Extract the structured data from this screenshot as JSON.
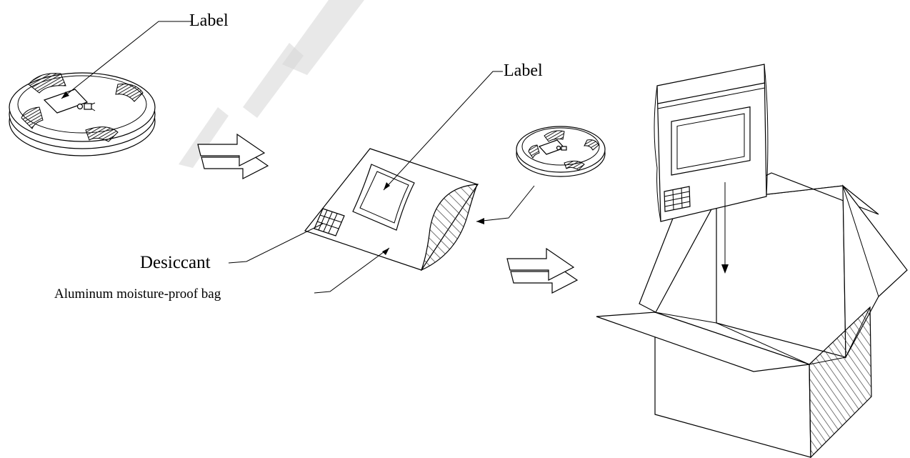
{
  "labels": {
    "reel_label": "Label",
    "bag_label": "Label",
    "desiccant": "Desiccant",
    "bag": "Aluminum moisture-proof bag"
  },
  "colors": {
    "line": "#000000",
    "hatch": "#3a3a3a",
    "watermark": "#d6d6d6"
  }
}
